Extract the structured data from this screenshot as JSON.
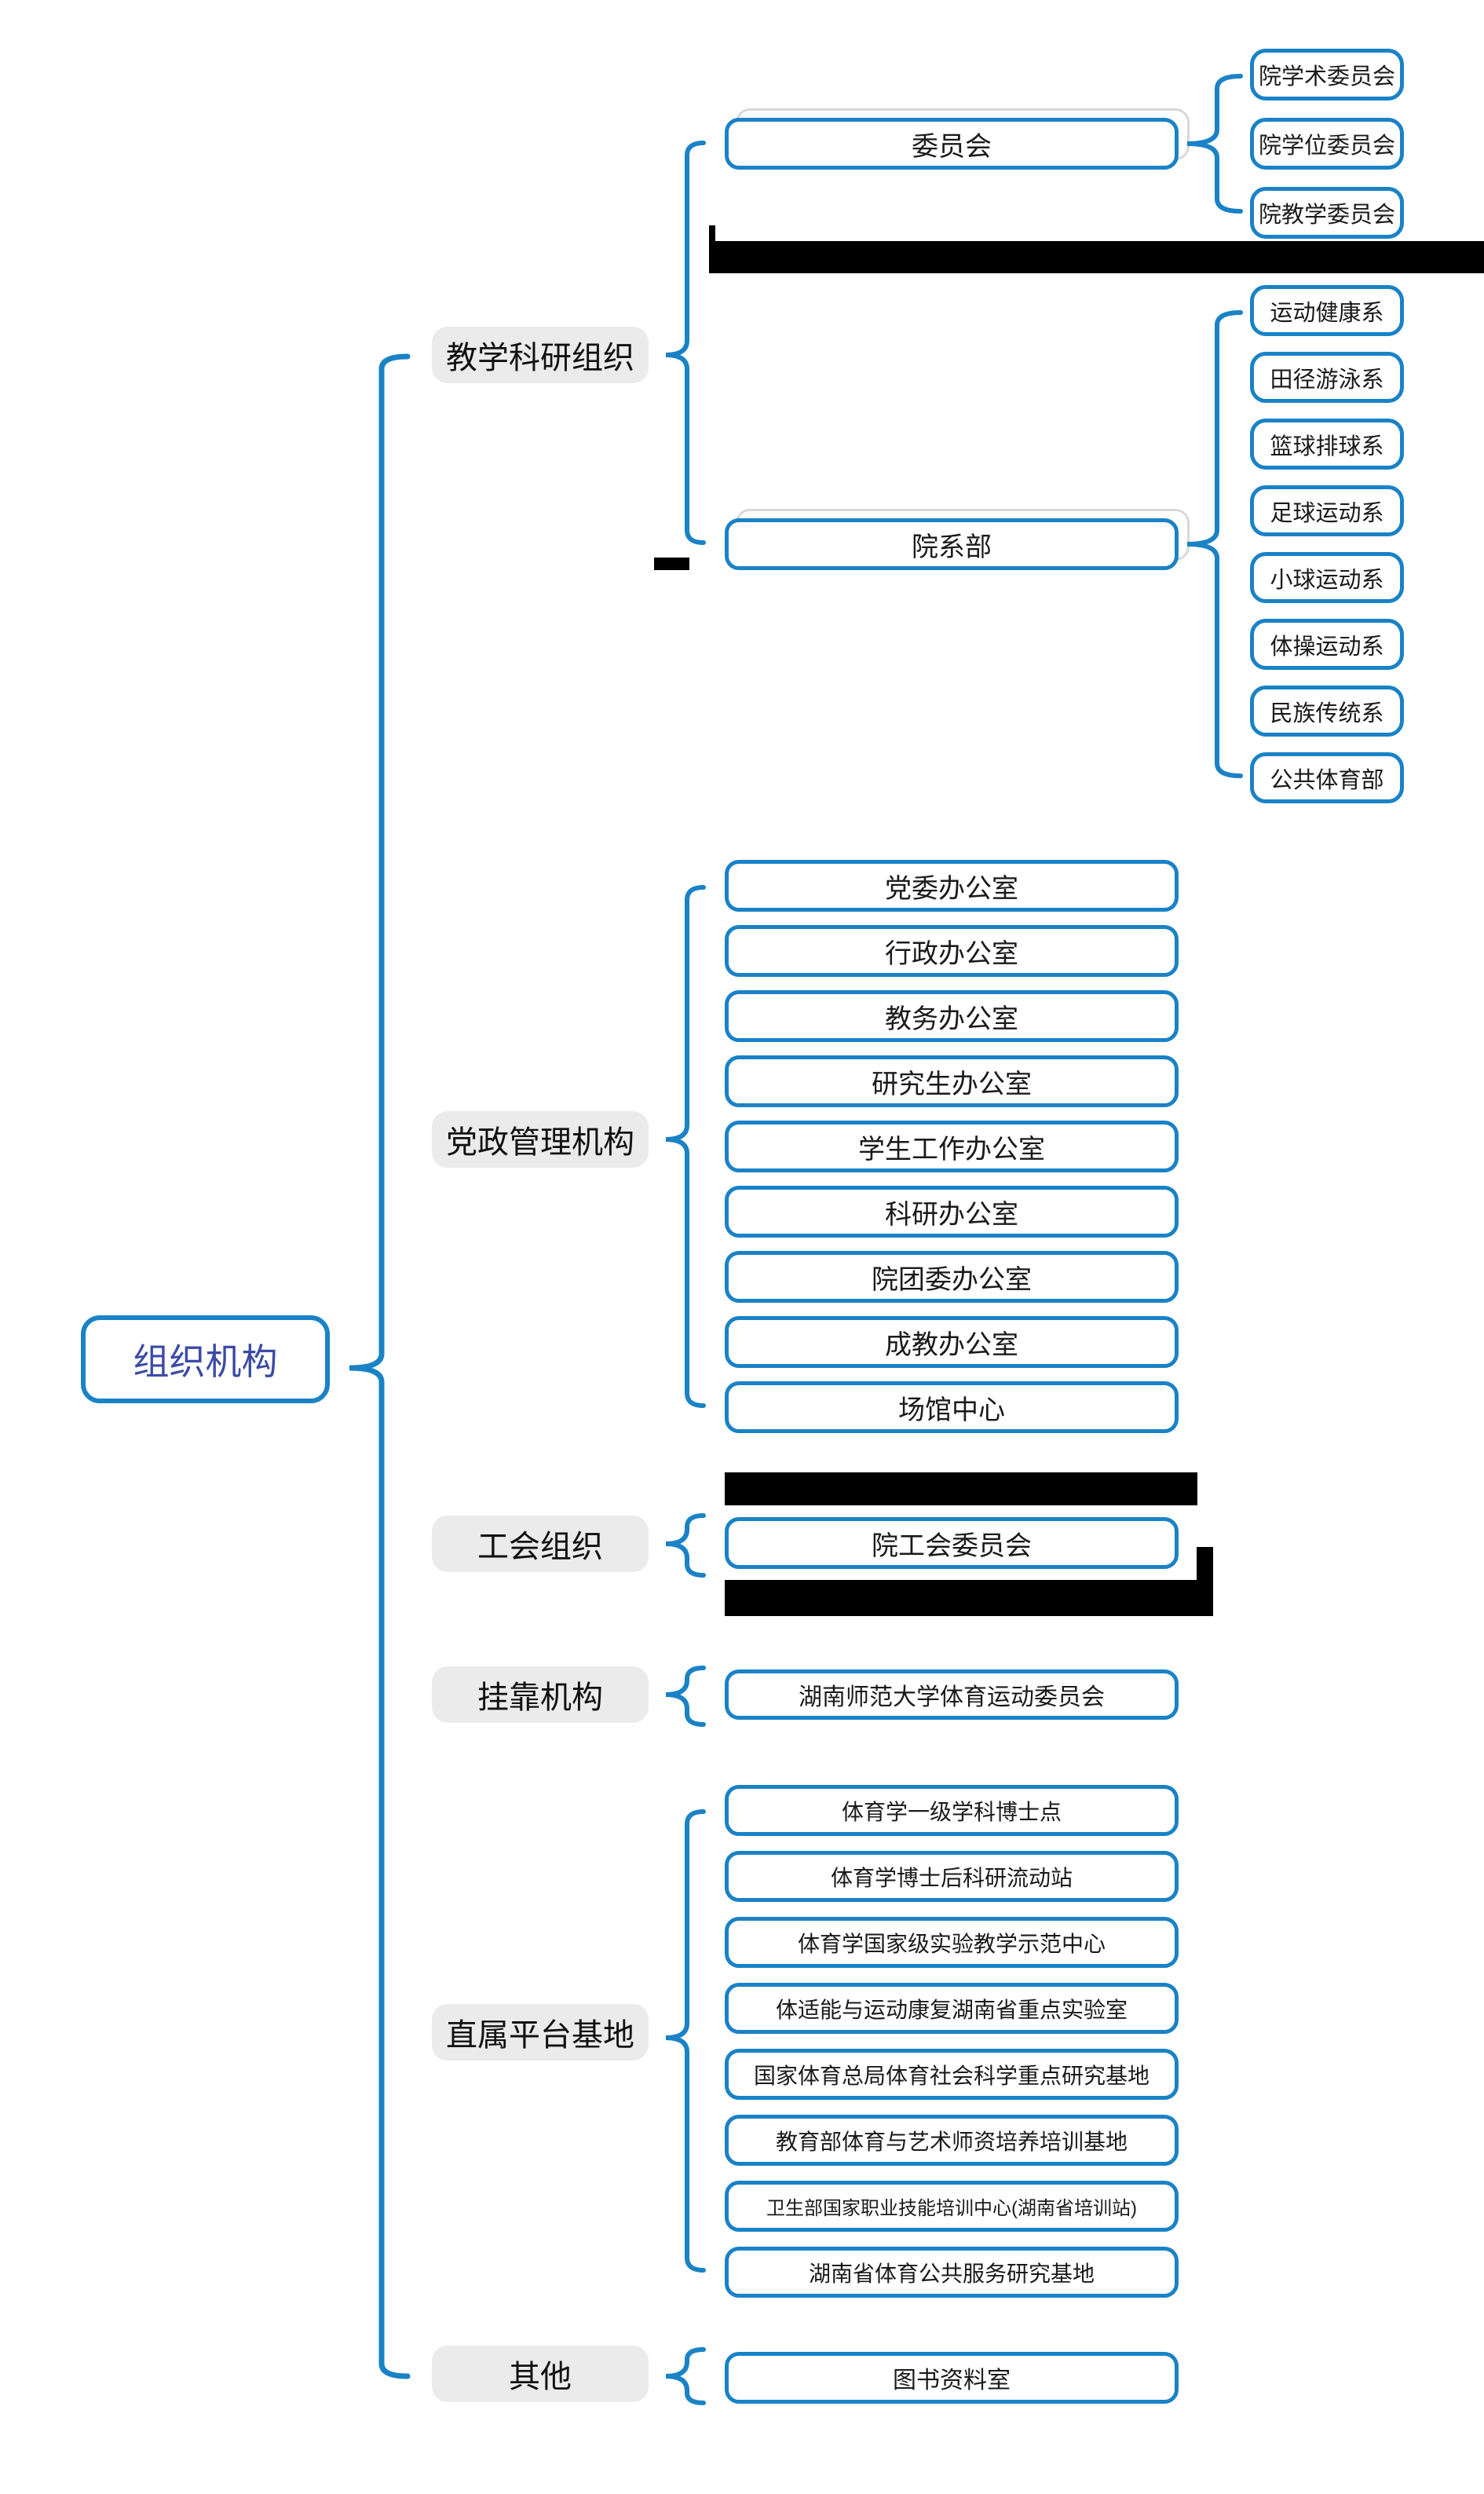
{
  "title": "组织机构",
  "colors": {
    "accent": "#1a82c6",
    "root_text": "#3b4ba5",
    "pill_bg": "#ebebeb",
    "redaction": "#000000"
  },
  "root": {
    "label": "组织机构"
  },
  "branches": [
    {
      "label": "教学科研组织",
      "children": [
        {
          "label": "委员会",
          "children": [
            "院学术委员会",
            "院学位委员会",
            "院教学委员会"
          ]
        },
        {
          "label": "院系部",
          "children": [
            "运动健康系",
            "田径游泳系",
            "篮球排球系",
            "足球运动系",
            "小球运动系",
            "体操运动系",
            "民族传统系",
            "公共体育部"
          ]
        }
      ]
    },
    {
      "label": "党政管理机构",
      "children": [
        "党委办公室",
        "行政办公室",
        "教务办公室",
        "研究生办公室",
        "学生工作办公室",
        "科研办公室",
        "院团委办公室",
        "成教办公室",
        "场馆中心"
      ]
    },
    {
      "label": "工会组织",
      "children": [
        "院工会委员会"
      ]
    },
    {
      "label": "挂靠机构",
      "children": [
        "湖南师范大学体育运动委员会"
      ]
    },
    {
      "label": "直属平台基地",
      "children": [
        "体育学一级学科博士点",
        "体育学博士后科研流动站",
        "体育学国家级实验教学示范中心",
        "体适能与运动康复湖南省重点实验室",
        "国家体育总局体育社会科学重点研究基地",
        "教育部体育与艺术师资培养培训基地",
        "卫生部国家职业技能培训中心(湖南省培训站)",
        "湖南省体育公共服务研究基地"
      ]
    },
    {
      "label": "其他",
      "children": [
        "图书资料室"
      ]
    }
  ],
  "redaction_bars_count": 5
}
